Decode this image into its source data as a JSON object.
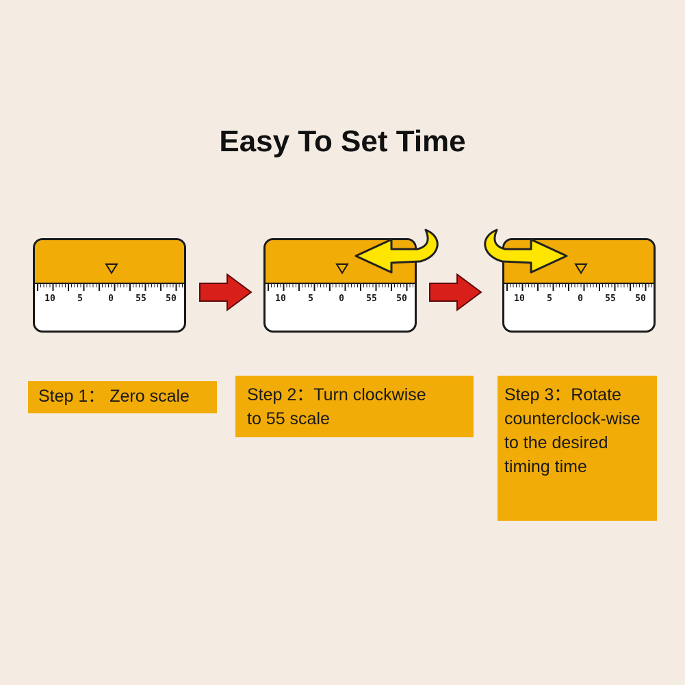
{
  "title": "Easy To Set Time",
  "colors": {
    "background": "#f4ebe3",
    "orange": "#f2ac08",
    "red_arrow": "#d91f1a",
    "yellow_arrow": "#ffe600"
  },
  "timer_scale_labels": [
    "10",
    "5",
    "0",
    "55",
    "50"
  ],
  "steps": [
    {
      "lines": [
        "Step 1：  Zero scale"
      ]
    },
    {
      "lines": [
        "Step 2：Turn clockwise",
        "to 55 scale"
      ]
    },
    {
      "lines": [
        "Step 3：Rotate",
        "counterclock-wise",
        "to the desired",
        "timing time"
      ]
    }
  ]
}
